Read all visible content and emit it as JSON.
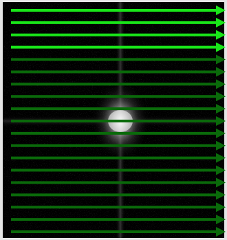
{
  "image": {
    "kind": "kspace-trajectory-overlay",
    "background_color": "#000000",
    "border_color": "#e6e6e6",
    "acquired_line_color": "#19e619",
    "pending_line_color": "#0a6a0a",
    "total_lines": 19,
    "acquired_lines": 4
  }
}
